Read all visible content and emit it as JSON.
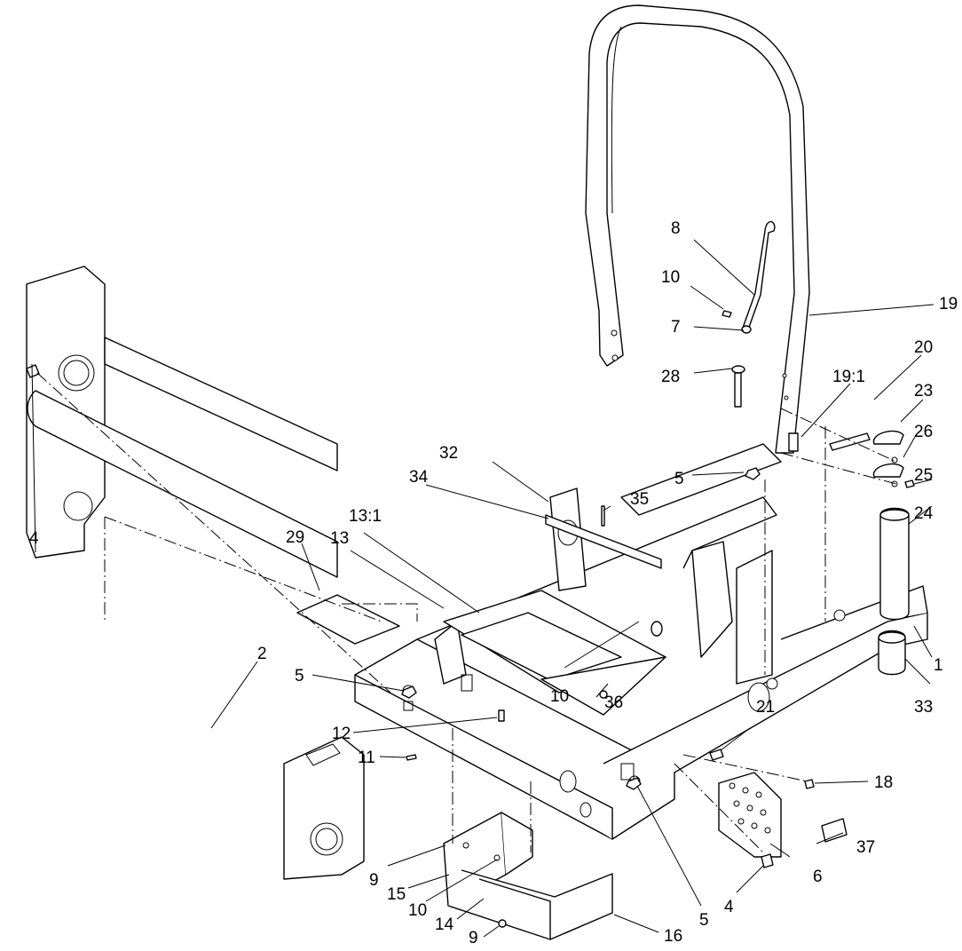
{
  "callouts": {
    "c1": "1",
    "c2": "2",
    "c4a": "4",
    "c4b": "4",
    "c5a": "5",
    "c5b": "5",
    "c5c": "5",
    "c6": "6",
    "c7": "7",
    "c8": "8",
    "c9a": "9",
    "c9b": "9",
    "c10a": "10",
    "c10b": "10",
    "c10c": "10",
    "c11": "11",
    "c12": "12",
    "c13": "13",
    "c13_1": "13:1",
    "c14": "14",
    "c15": "15",
    "c16": "16",
    "c18": "18",
    "c19": "19",
    "c19_1": "19:1",
    "c20": "20",
    "c21": "21",
    "c23": "23",
    "c24": "24",
    "c25": "25",
    "c26": "26",
    "c28": "28",
    "c29": "29",
    "c32": "32",
    "c33": "33",
    "c34": "34",
    "c35": "35",
    "c36": "36",
    "c37": "37"
  }
}
